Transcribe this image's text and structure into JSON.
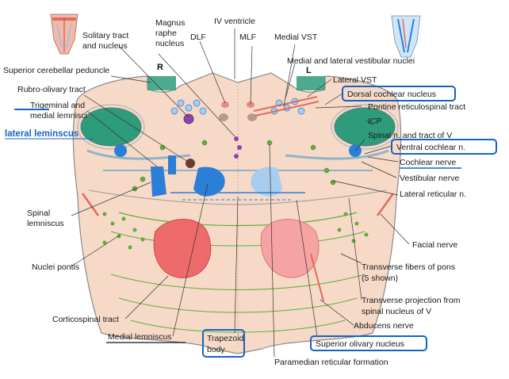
{
  "sides": {
    "right": "R",
    "left": "L"
  },
  "labels": {
    "solitary_1": "Solitary tract",
    "solitary_2": "and nucleus",
    "magnus_1": "Magnus",
    "magnus_2": "raphe",
    "magnus_3": "nucleus",
    "iv_ventricle": "IV ventricle",
    "dlf": "DLF",
    "mlf": "MLF",
    "medial_vst": "Medial VST",
    "med_lat_vest": "Medial and lateral vestibular nuclei",
    "sup_cereb_ped": "Superior cerebellar peduncle",
    "lateral_vst": "Lateral VST",
    "rubro_olivary": "Rubro-olivary tract",
    "dorsal_cochlear": "Dorsal cochlear nucleus",
    "trigeminal_1": "Trigeminal and",
    "trigeminal_2": "medial lemnisci",
    "pontine_ret": "Pontine reticulospinal tract",
    "icp": "ICP",
    "lateral_lemniscus": "lateral leminscus",
    "spinal_v": "Spinal n. and tract of V",
    "ventral_cochlear": "Ventral cochlear n.",
    "cochlear_nerve": "Cochlear nerve",
    "vestibular_nerve": "Vestibular nerve",
    "lateral_reticular": "Lateral reticular n.",
    "spinal_lemniscus_1": "Spinal",
    "spinal_lemniscus_2": "lemniscus",
    "facial_nerve": "Facial nerve",
    "nuclei_pontis": "Nuclei pontis",
    "transverse_fibers_1": "Transverse fibers of pons",
    "transverse_fibers_2": "(5 shown)",
    "transverse_proj_1": "Transverse projection from",
    "transverse_proj_2": "spinal nucleus of V",
    "corticospinal": "Corticospinal tract",
    "abducens": "Abducens nerve",
    "medial_lemniscus": "Medial lemniscus",
    "trapezoid_1": "Trapezoid",
    "trapezoid_2": "body",
    "superior_olivary": "Superior olivary nucleus",
    "paramedian": "Paramedian reticular formation"
  },
  "colors": {
    "pons_fill": "#f7d9c7",
    "pons_outline": "#8a8a8a",
    "basis_fill": "#f9dcc9",
    "corticospinal_left": "#ee6b6b",
    "corticospinal_right": "#f5a3a3",
    "teal": "#2e9b7a",
    "teal_light": "#9fd9c4",
    "blue_tract": "#2b7fd6",
    "light_blue": "#a9cdee",
    "green_nuclei": "#5fae3c",
    "purple": "#8e44ad",
    "highlight_box": "#1565c0"
  }
}
